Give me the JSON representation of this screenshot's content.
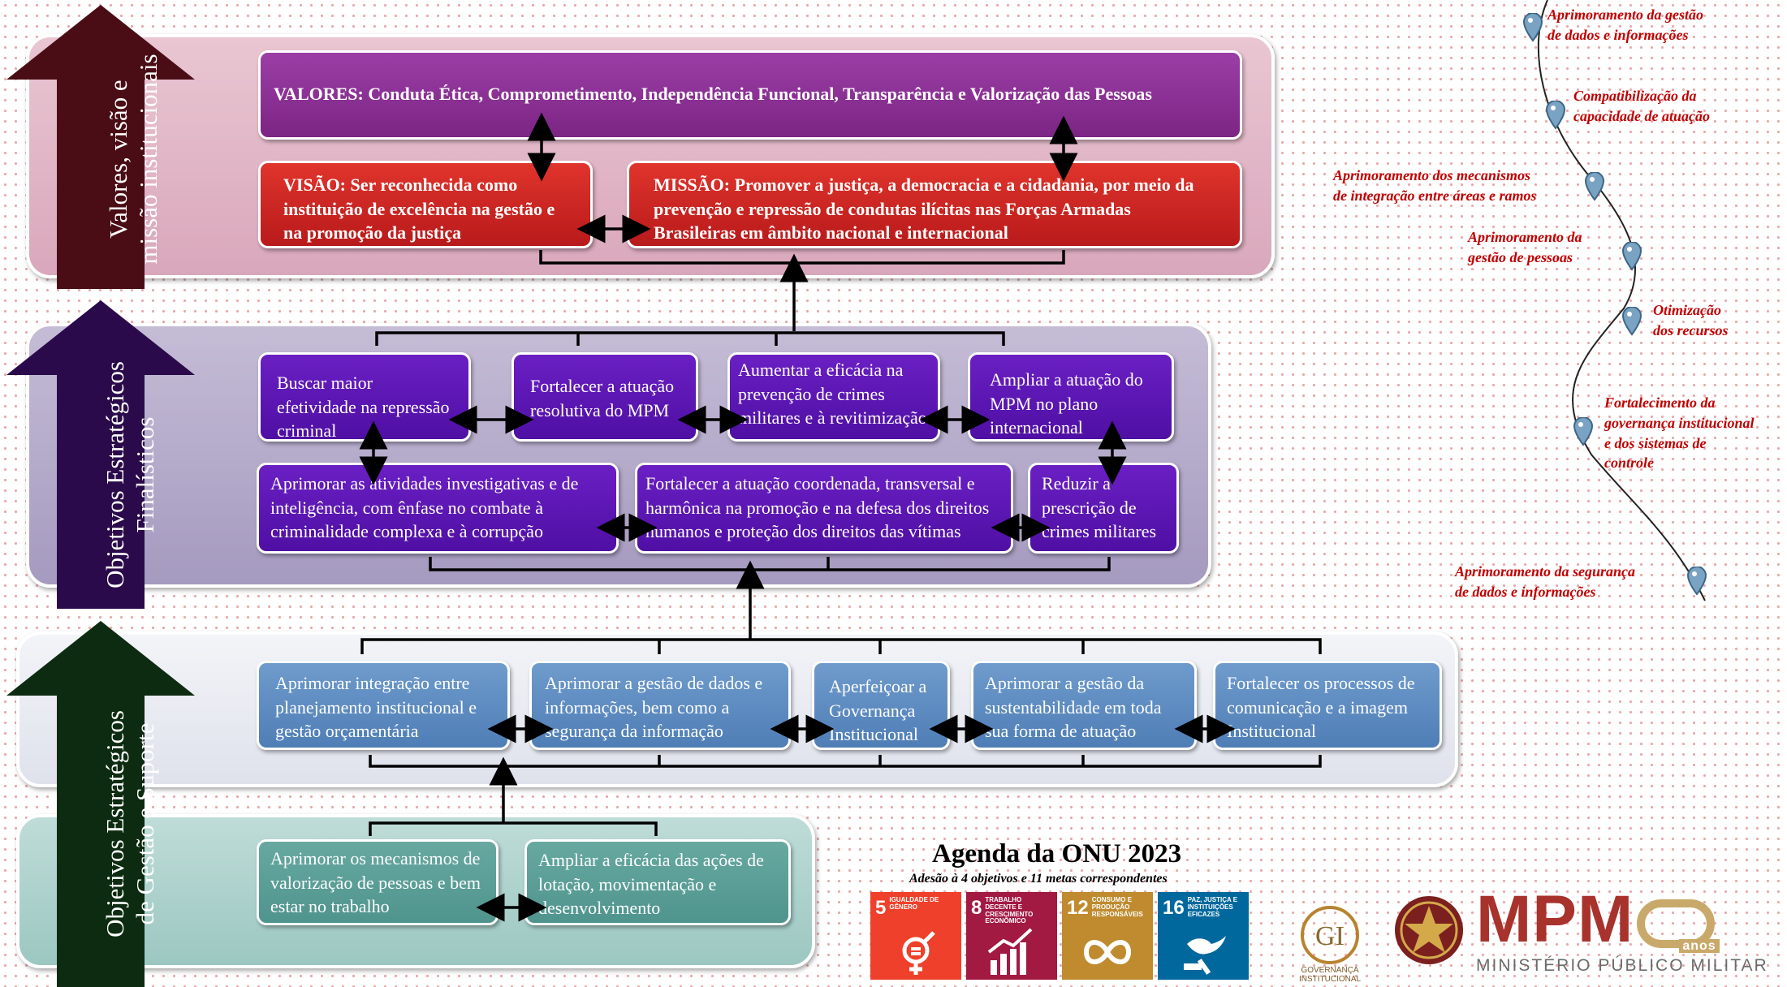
{
  "colors": {
    "arrow1": "#4a0d16",
    "arrow2": "#2a0a4a",
    "arrow3": "#0c2b10",
    "valores": "#8e2f99",
    "red": "#d02626",
    "purple": "#5b15b5",
    "blue": "#5f8cc2",
    "teal": "#5a9e97",
    "right_text": "#c00000"
  },
  "arrows": {
    "a1": "Valores, visão e\nmissão institucionais",
    "a2": "Objetivos Estratégicos\nFinalísticos",
    "a3": "Objetivos Estratégicos\nde Gestão e Suporte"
  },
  "top": {
    "valores": "VALORES: Conduta Ética, Comprometimento, Independência Funcional, Transparência e Valorização das Pessoas",
    "visao": "VISÃO: Ser reconhecida como instituição de excelência na gestão e na promoção da justiça",
    "missao": "MISSÃO: Promover a justiça, a democracia e a cidadania, por meio da prevenção e repressão de condutas ilícitas nas Forças Armadas Brasileiras em âmbito nacional e internacional"
  },
  "finalisticos": {
    "row1": [
      "Buscar maior efetividade na repressão criminal",
      "Fortalecer a atuação resolutiva do MPM",
      "Aumentar a eficácia na prevenção de crimes militares e à revitimização",
      "Ampliar a atuação do MPM no plano internacional"
    ],
    "row2": [
      "Aprimorar as atividades investigativas e de inteligência, com ênfase no combate à criminalidade complexa e à corrupção",
      "Fortalecer a atuação coordenada, transversal e harmônica na promoção e na defesa dos direitos humanos e proteção dos direitos das vítimas",
      "Reduzir a prescrição de crimes militares"
    ]
  },
  "gestao": {
    "row": [
      "Aprimorar integração entre planejamento institucional e gestão orçamentária",
      "Aprimorar a gestão de dados e informações, bem como a segurança da informação",
      "Aperfeiçoar a Governança Institucional",
      "Aprimorar a gestão da sustentabilidade em toda sua forma de atuação",
      "Fortalecer os processos de comunicação e a imagem Institucional"
    ],
    "bottom": [
      "Aprimorar os mecanismos de valorização de pessoas e bem estar no trabalho",
      "Ampliar a eficácia das ações de lotação, movimentação e desenvolvimento"
    ]
  },
  "roadmap": [
    "Aprimoramento da gestão\nde dados e informações",
    "Compatibilização da\ncapacidade de atuação",
    "Aprimoramento dos mecanismos\nde integração entre áreas e ramos",
    "Aprimoramento da\ngestão de pessoas",
    "Otimização\ndos recursos",
    "Fortalecimento da\ngovernança institucional\ne dos sistemas de\ncontrole",
    "Aprimoramento da segurança\nde dados e informações"
  ],
  "agenda": {
    "title": "Agenda da ONU 2023",
    "subtitle": "Adesão à 4 objetivos e 11 metas correspondentes",
    "sdgs": [
      {
        "num": "5",
        "title": "IGUALDADE DE GÊNERO",
        "color": "#ef402b",
        "icon": "gender-equality-icon"
      },
      {
        "num": "8",
        "title": "TRABALHO DECENTE E CRESCIMENTO ECONÔMICO",
        "color": "#a21942",
        "icon": "growth-chart-icon"
      },
      {
        "num": "12",
        "title": "CONSUMO E PRODUÇÃO RESPONSÁVEIS",
        "color": "#bf8b2e",
        "icon": "infinity-icon"
      },
      {
        "num": "16",
        "title": "PAZ, JUSTIÇA E INSTITUIÇÕES EFICAZES",
        "color": "#00689d",
        "icon": "dove-gavel-icon"
      }
    ]
  },
  "logos": {
    "gi_letters": "GI",
    "gi_text": "GOVERNANÇA\nINSTITUCIONAL",
    "mpm": "MPM",
    "mpm_years": "anos",
    "mpm_sub": "MINISTÉRIO PÚBLICO MILITAR"
  }
}
